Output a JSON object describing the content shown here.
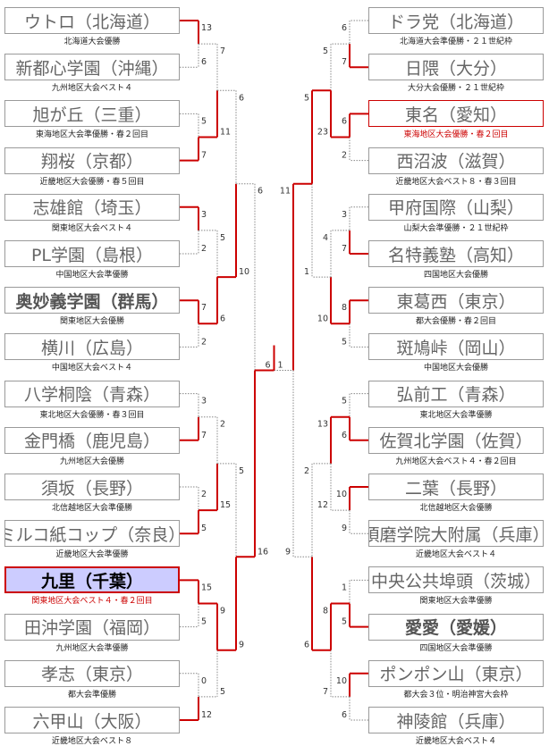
{
  "colors": {
    "win": "#cc0000",
    "lose": "#888888"
  },
  "left": [
    {
      "name": "ウトロ（北海道）",
      "note": "北海道大会優勝"
    },
    {
      "name": "新都心学園（沖縄）",
      "note": "九州地区大会ベスト４"
    },
    {
      "name": "旭が丘（三重）",
      "note": "東海地区大会準優勝・春２回目"
    },
    {
      "name": "翔桜（京都）",
      "note": "近畿地区大会優勝・春５回目"
    },
    {
      "name": "志雄館（埼玉）",
      "note": "関東地区大会ベスト４"
    },
    {
      "name": "PL学園（島根）",
      "note": "中国地区大会準優勝"
    },
    {
      "name": "奥妙義学園（群馬）",
      "note": "関東地区大会優勝",
      "style": "bold"
    },
    {
      "name": "横川（広島）",
      "note": "中国地区大会ベスト４"
    },
    {
      "name": "八学桐陰（青森）",
      "note": "東北地区大会優勝・春３回目"
    },
    {
      "name": "金門橋（鹿児島）",
      "note": "九州地区大会優勝"
    },
    {
      "name": "須坂（長野）",
      "note": "北信越地区大会準優勝"
    },
    {
      "name": "ミルコ紙コップ（奈良）",
      "note": "近畿地区大会準優勝"
    },
    {
      "name": "九里（千葉）",
      "note": "関東地区大会ベスト４・春２回目",
      "style": "champ"
    },
    {
      "name": "田沖学園（福岡）",
      "note": "九州地区大会準優勝"
    },
    {
      "name": "孝志（東京）",
      "note": "都大会準優勝"
    },
    {
      "name": "六甲山（大阪）",
      "note": "近畿地区大会ベスト８"
    }
  ],
  "right": [
    {
      "name": "ドラ党（北海道）",
      "note": "北海道大会準優勝・２１世紀枠"
    },
    {
      "name": "日隈（大分）",
      "note": "大分大会優勝・２１世紀枠"
    },
    {
      "name": "東名（愛知）",
      "note": "東海地区大会優勝・春２回目",
      "style": "redbox"
    },
    {
      "name": "西沼波（滋賀）",
      "note": "近畿地区大会ベスト８・春３回目"
    },
    {
      "name": "甲府国際（山梨）",
      "note": "山梨大会準優勝・２１世紀枠"
    },
    {
      "name": "名特義塾（高知）",
      "note": "四国地区大会優勝"
    },
    {
      "name": "東葛西（東京）",
      "note": "都大会優勝・春２回目"
    },
    {
      "name": "斑鳩峠（岡山）",
      "note": "中国地区大会優勝"
    },
    {
      "name": "弘前工（青森）",
      "note": "東北地区大会準優勝"
    },
    {
      "name": "佐賀北学園（佐賀）",
      "note": "九州地区大会ベスト４・春２回目"
    },
    {
      "name": "二葉（長野）",
      "note": "北信越地区大会優勝"
    },
    {
      "name": "須磨学院大附属（兵庫）",
      "note": "近畿地区大会ベスト４"
    },
    {
      "name": "中央公共埠頭（茨城）",
      "note": "関東地区大会準優勝"
    },
    {
      "name": "愛愛（愛媛）",
      "note": "四国地区大会準優勝",
      "style": "bold"
    },
    {
      "name": "ポンポン山（東京）",
      "note": "都大会３位・明治神宮大会枠"
    },
    {
      "name": "神陵館（兵庫）",
      "note": "近畿地区大会ベスト４"
    }
  ],
  "rounds": {
    "left": {
      "r1": [
        {
          "scores": [
            "13",
            "6"
          ],
          "winner": 0
        },
        {
          "scores": [
            "5",
            "7"
          ],
          "winner": 1
        },
        {
          "scores": [
            "3",
            "2"
          ],
          "winner": 0
        },
        {
          "scores": [
            "7",
            "2"
          ],
          "winner": 0
        },
        {
          "scores": [
            "3",
            "7"
          ],
          "winner": 1
        },
        {
          "scores": [
            "2",
            "5"
          ],
          "winner": 1
        },
        {
          "scores": [
            "15",
            "5"
          ],
          "winner": 0
        },
        {
          "scores": [
            "0",
            "12"
          ],
          "winner": 1
        }
      ],
      "r2": [
        {
          "scores": [
            "7",
            "11"
          ],
          "winner": 1
        },
        {
          "scores": [
            "5",
            "6"
          ],
          "winner": 1
        },
        {
          "scores": [
            "2",
            "15"
          ],
          "winner": 1
        },
        {
          "scores": [
            "9",
            "5"
          ],
          "winner": 0
        }
      ],
      "r3": [
        {
          "scores": [
            "6",
            "10"
          ],
          "winner": 1
        },
        {
          "scores": [
            "5",
            "9"
          ],
          "winner": 1
        }
      ],
      "r4": [
        {
          "scores": [
            "6",
            "16"
          ],
          "winner": 1
        }
      ]
    },
    "right": {
      "r1": [
        {
          "scores": [
            "6",
            "7"
          ],
          "winner": 1
        },
        {
          "scores": [
            "6",
            "2"
          ],
          "winner": 0
        },
        {
          "scores": [
            "3",
            "7"
          ],
          "winner": 1
        },
        {
          "scores": [
            "8",
            "5"
          ],
          "winner": 0
        },
        {
          "scores": [
            "5",
            "6"
          ],
          "winner": 1
        },
        {
          "scores": [
            "10",
            "9"
          ],
          "winner": 0
        },
        {
          "scores": [
            "1",
            "5"
          ],
          "winner": 1
        },
        {
          "scores": [
            "10",
            "6"
          ],
          "winner": 0
        }
      ],
      "r2": [
        {
          "scores": [
            "5",
            "23"
          ],
          "winner": 1
        },
        {
          "scores": [
            "4",
            "10"
          ],
          "winner": 1
        },
        {
          "scores": [
            "13",
            "12"
          ],
          "winner": 0
        },
        {
          "scores": [
            "8",
            "7"
          ],
          "winner": 0
        }
      ],
      "r3": [
        {
          "scores": [
            "5",
            "1"
          ],
          "winner": 0
        },
        {
          "scores": [
            "2",
            "6"
          ],
          "winner": 1
        }
      ],
      "r4": [
        {
          "scores": [
            "11",
            "9"
          ],
          "winner": 0
        }
      ]
    },
    "final": {
      "scores": [
        "6",
        "1"
      ],
      "winner": 0
    }
  }
}
